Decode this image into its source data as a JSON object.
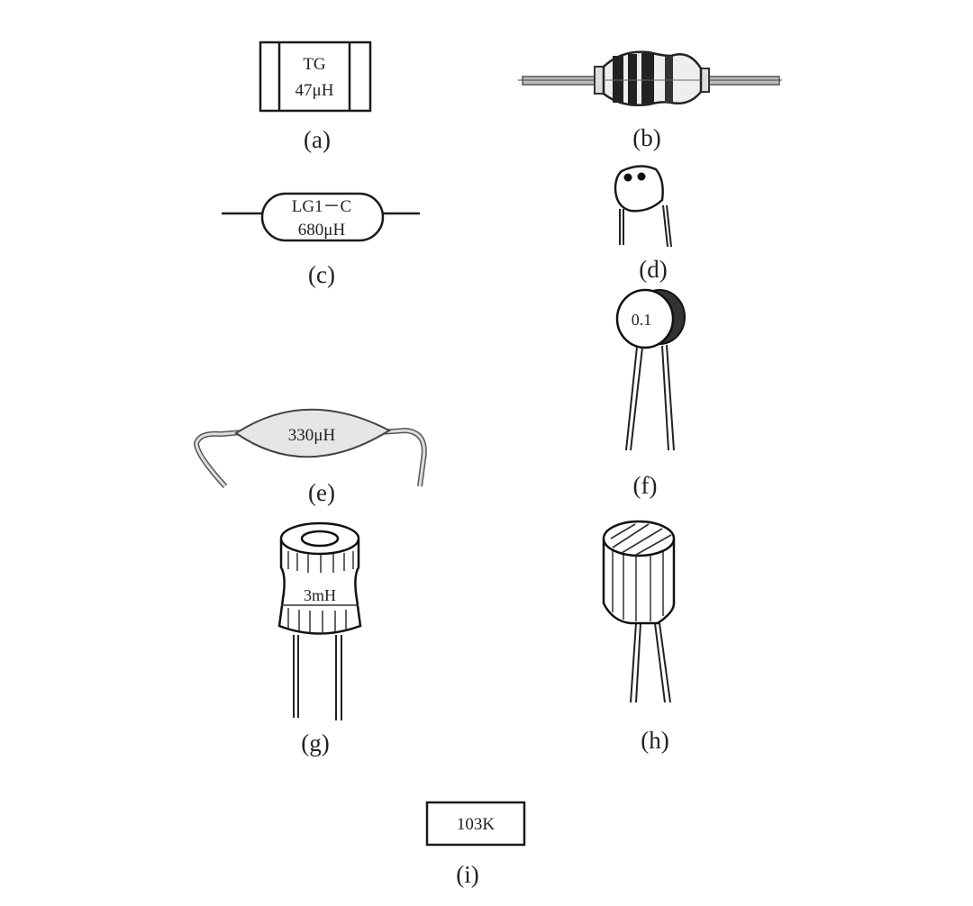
{
  "figures": [
    {
      "id": "a",
      "label": "(a)",
      "lines": [
        "TG",
        "47μH"
      ]
    },
    {
      "id": "b",
      "label": "(b)",
      "lines": []
    },
    {
      "id": "c",
      "label": "(c)",
      "lines": [
        "LG1－C",
        "680μH"
      ]
    },
    {
      "id": "d",
      "label": "(d)",
      "lines": []
    },
    {
      "id": "e",
      "label": "(e)",
      "lines": [
        "330μH"
      ]
    },
    {
      "id": "f",
      "label": "(f)",
      "lines": [
        "0.1"
      ]
    },
    {
      "id": "g",
      "label": "(g)",
      "lines": [
        "3mH"
      ]
    },
    {
      "id": "h",
      "label": "(h)",
      "lines": []
    },
    {
      "id": "i",
      "label": "(i)",
      "lines": [
        "103K"
      ]
    }
  ]
}
